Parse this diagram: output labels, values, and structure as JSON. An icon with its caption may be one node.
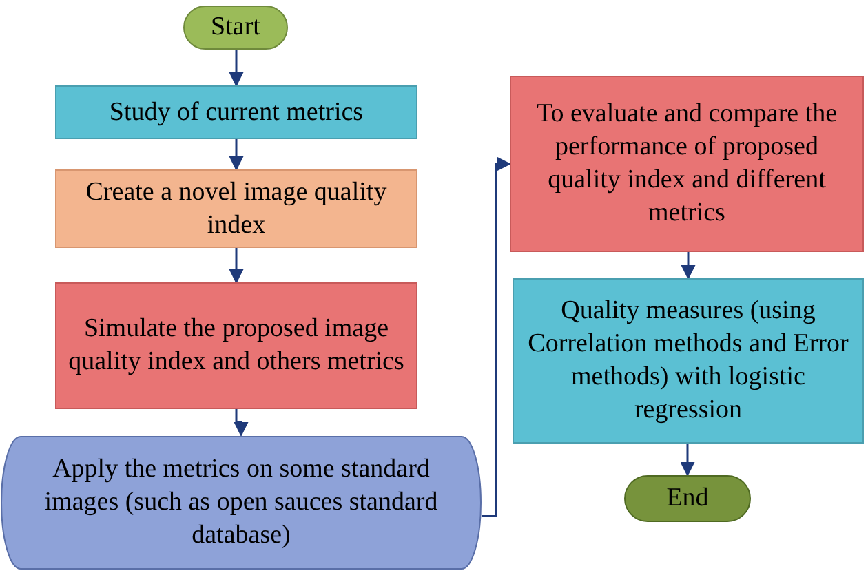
{
  "diagram": {
    "nodes": [
      {
        "text": [
          "Start"
        ]
      },
      {
        "text": [
          "Study of current metrics"
        ]
      },
      {
        "text": [
          "Create a novel image quality index"
        ]
      },
      {
        "text": [
          "Simulate the proposed image quality index and others metrics"
        ]
      },
      {
        "text": [
          "Apply the metrics on some standard images (such as open sauces standard database)"
        ]
      },
      {
        "text": [
          "To evaluate and compare the performance of proposed quality index and different metrics"
        ]
      },
      {
        "text": [
          "Quality measures (using Correlation methods and Error methods) with logistic regression"
        ]
      },
      {
        "text": [
          "End"
        ]
      }
    ],
    "edges": [
      {
        "from": 0,
        "to": 1,
        "arrow": "to"
      },
      {
        "from": 1,
        "to": 2,
        "arrow": "to"
      },
      {
        "from": 2,
        "to": 3,
        "arrow": "to"
      },
      {
        "from": 3,
        "to": 4,
        "arrow": "to"
      },
      {
        "from": 4,
        "to": 5,
        "arrow": "to"
      },
      {
        "from": 5,
        "to": 6,
        "arrow": "to"
      },
      {
        "from": 6,
        "to": 7,
        "arrow": "to"
      }
    ]
  }
}
